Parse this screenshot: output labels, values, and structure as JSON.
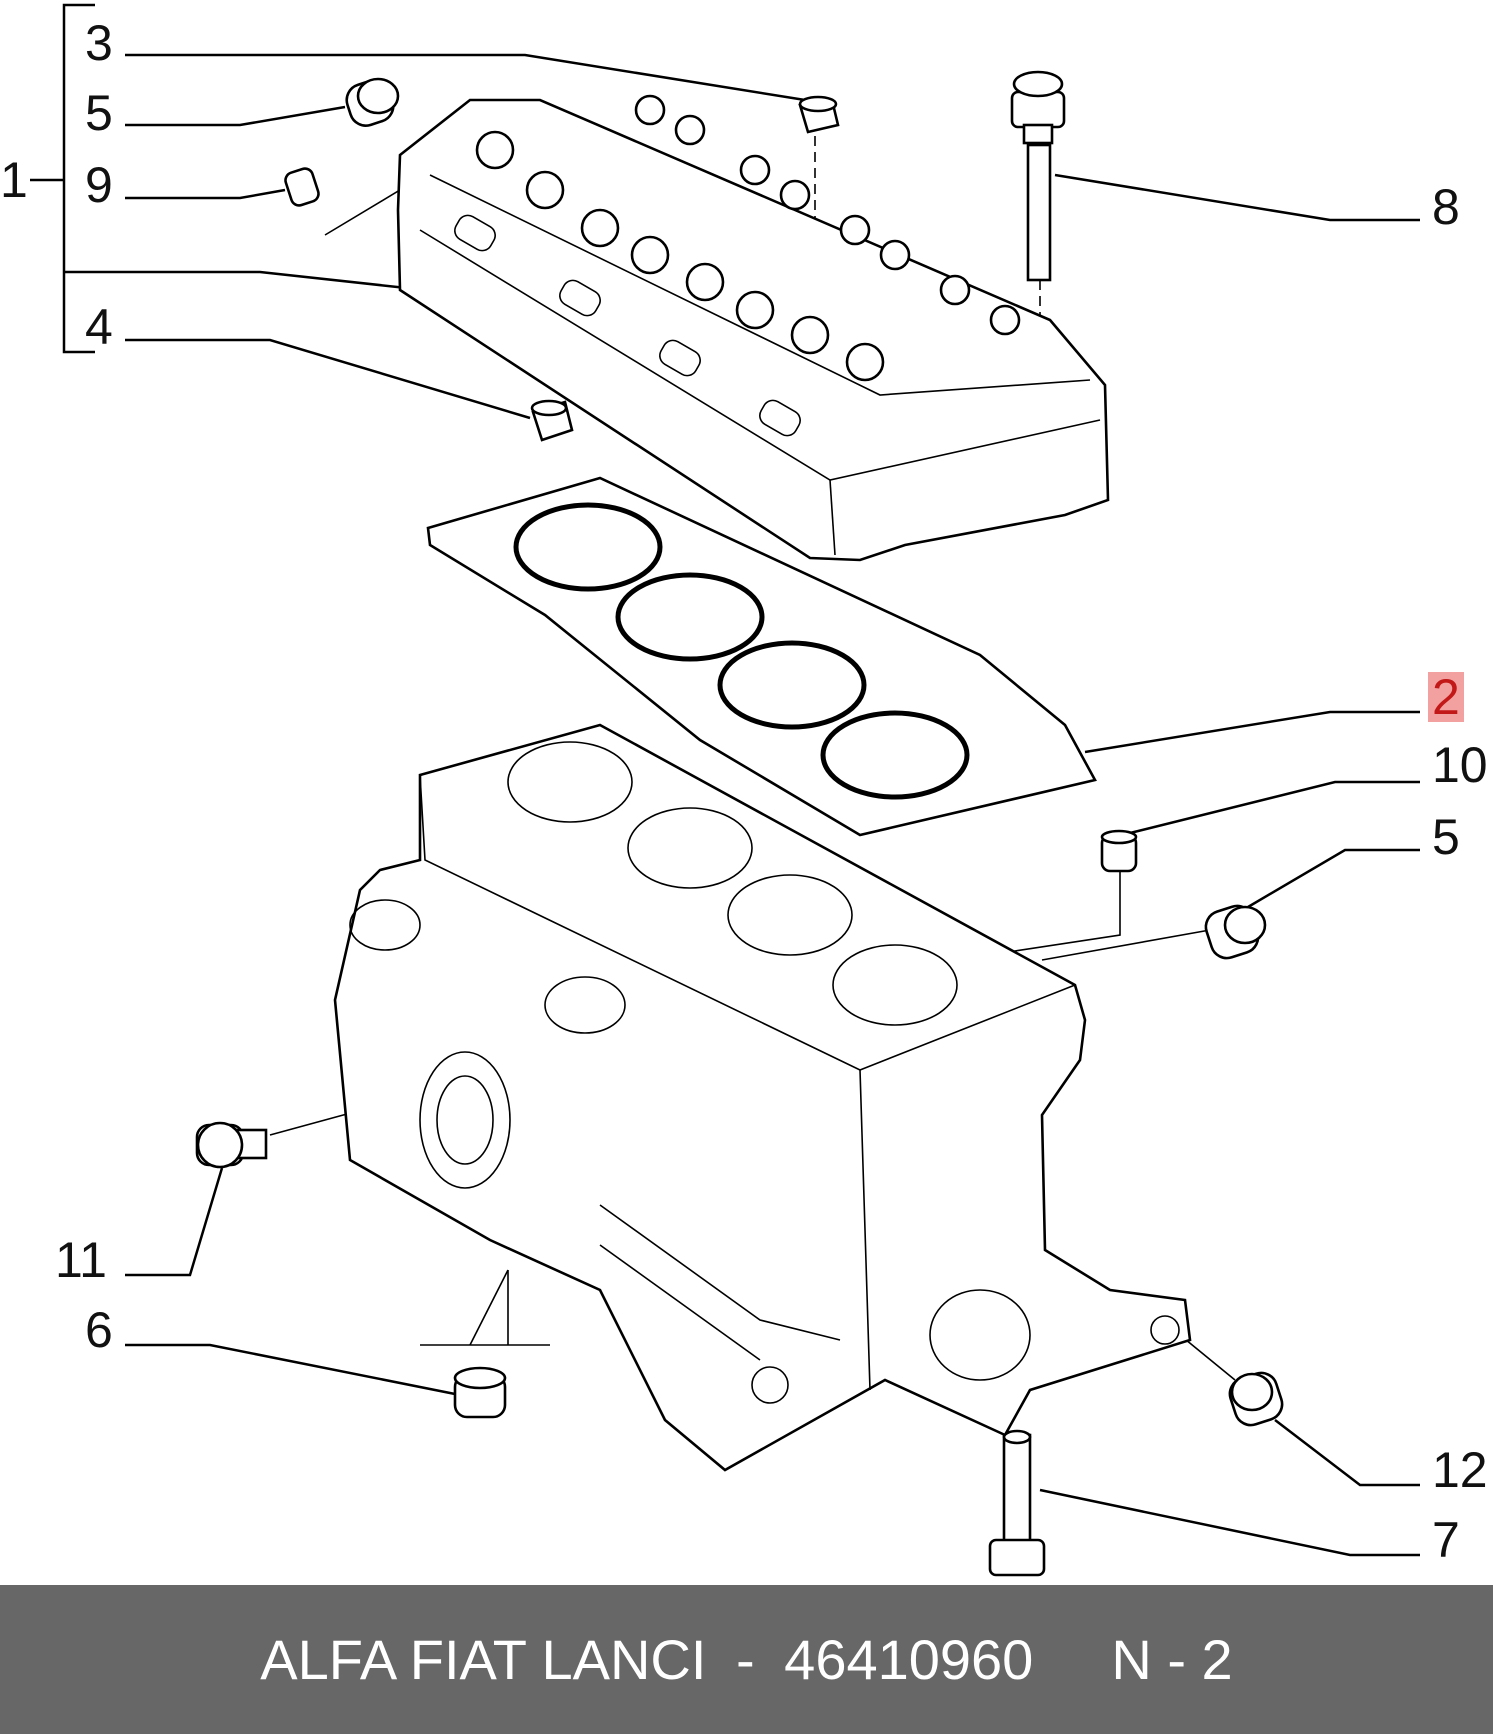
{
  "callouts": {
    "c1": "1",
    "c3": "3",
    "c5a": "5",
    "c9": "9",
    "c4": "4",
    "c8": "8",
    "c2": "2",
    "c10": "10",
    "c5b": "5",
    "c11": "11",
    "c6": "6",
    "c12": "12",
    "c7": "7"
  },
  "highlight_color": "#f2a0a0",
  "footer": {
    "brands": "ALFA FIAT LANCI",
    "separator": "-",
    "part_number": "46410960",
    "reference": "N - 2"
  },
  "footer_color": "#676767"
}
